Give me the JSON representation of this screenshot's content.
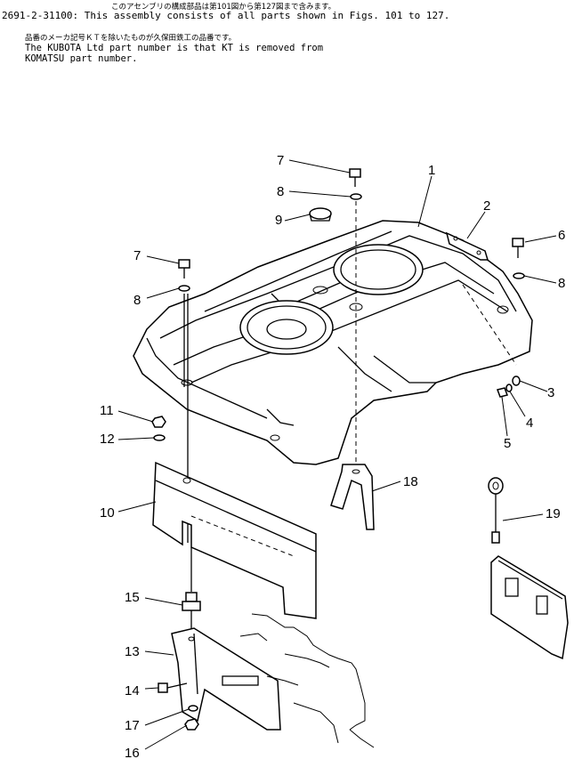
{
  "header": {
    "jp_line1": "このアセンブリの構成部品は第101図から第127図まで含みます。",
    "en_line1": "2691-2-31100: This assembly consists of all parts shown in Figs. 101 to 127.",
    "jp_line2": "品番のメーカ記号ＫＴを除いたものが久保田鉄工の品番です。",
    "en_line2": "The KUBOTA Ltd part number is that KT is removed from",
    "en_line3": "KOMATSU part number."
  },
  "callouts": [
    "1",
    "2",
    "3",
    "4",
    "5",
    "6",
    "7",
    "7",
    "8",
    "8",
    "8",
    "9",
    "10",
    "11",
    "12",
    "13",
    "14",
    "15",
    "16",
    "17",
    "18",
    "19"
  ]
}
